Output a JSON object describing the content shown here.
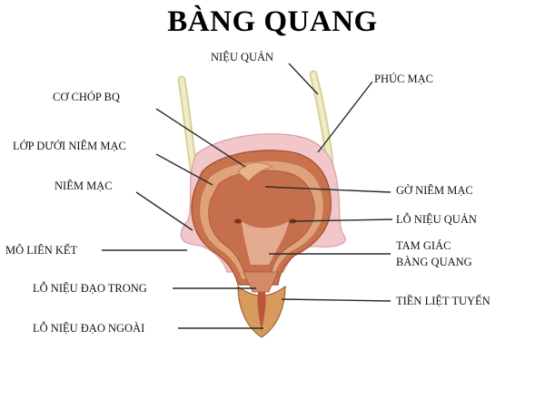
{
  "title": "BÀNG QUANG",
  "labels": {
    "nieu_quan": "NIỆU QUẢN",
    "phuc_mac": "PHÚC MẠC",
    "co_chop_bq": "CƠ CHÓP BQ",
    "lop_duoi_niem_mac": "LỚP DƯỚI NIÊM MẠC",
    "niem_mac": "NIÊM MẠC",
    "go_niem_mac": "GỜ NIÊM MẠC",
    "lo_nieu_quan": "LỖ NIỆU QUẢN",
    "mo_lien_ket": "MÔ LIÊN KẾT",
    "tam_giac_line1": "TAM GIÁC",
    "tam_giac_line2": "BÀNG QUANG",
    "lo_nieu_dao_trong": "LỖ NIỆU ĐẠO TRONG",
    "tien_liet_tuyen": "TIỀN LIỆT TUYẾN",
    "lo_nieu_dao_ngoai": "LỖ NIỆU ĐẠO NGOÀI"
  },
  "colors": {
    "ureter": "#ece7b8",
    "peritoneum": "#f0c6c9",
    "muscle": "#cc7750",
    "mucosa": "#d9896a",
    "inner": "#c8714e",
    "prostate": "#d99a5e",
    "leader": "#2b2b2b"
  }
}
